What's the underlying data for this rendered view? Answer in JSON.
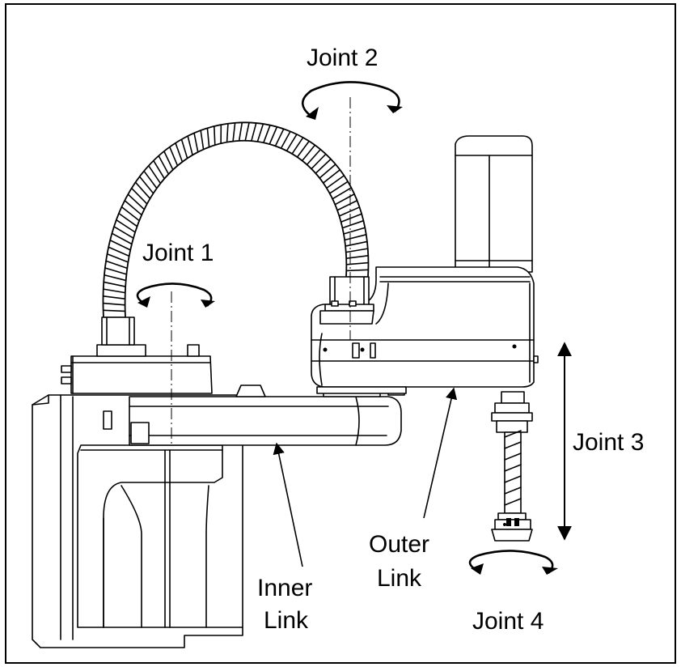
{
  "labels": {
    "joint1": "Joint 1",
    "joint2": "Joint 2",
    "joint3": "Joint 3",
    "joint4": "Joint 4",
    "outer_link_1": "Outer",
    "outer_link_2": "Link",
    "inner_link_1": "Inner",
    "inner_link_2": "Link"
  }
}
